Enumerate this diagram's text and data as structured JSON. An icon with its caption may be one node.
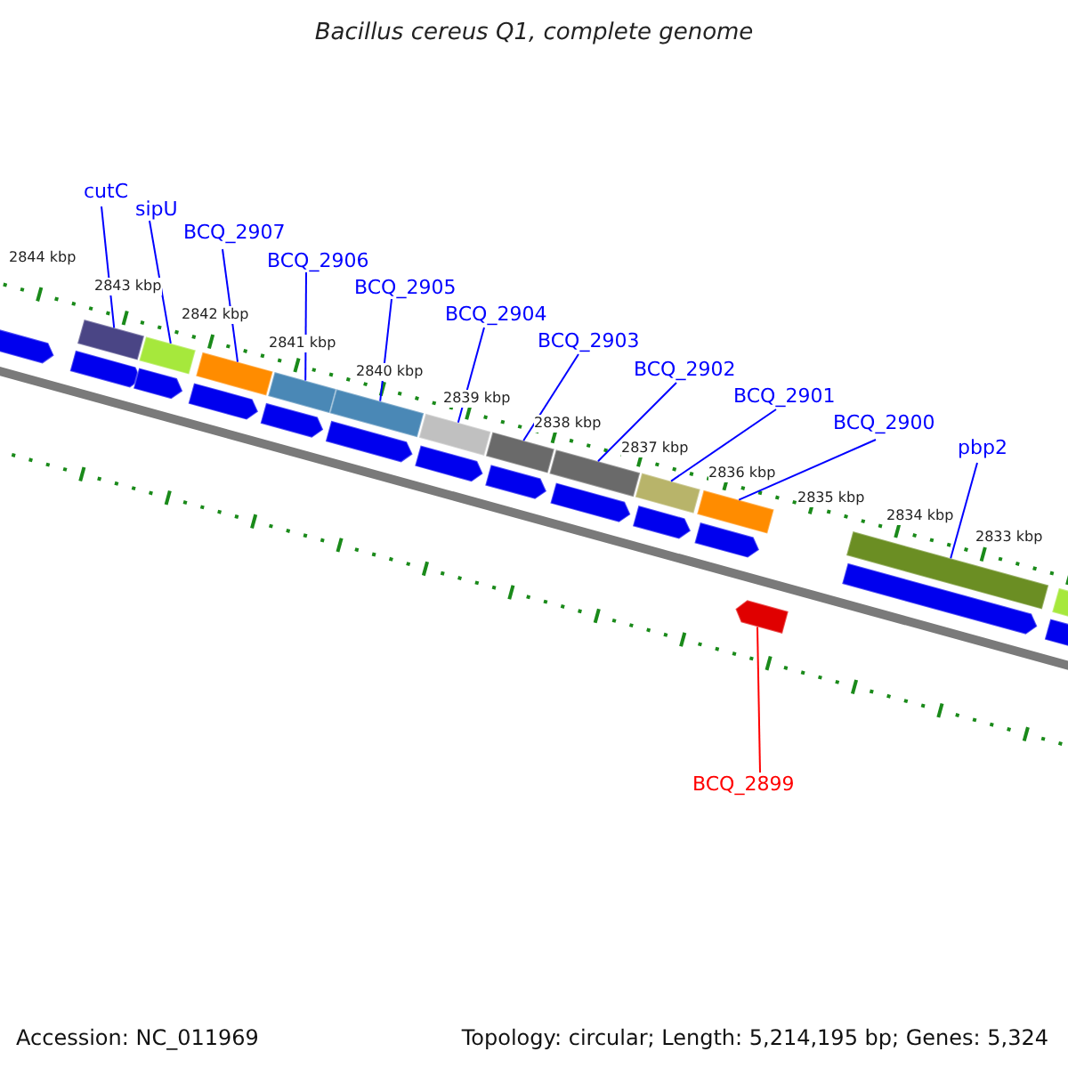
{
  "diagram": {
    "title": "Bacillus cereus Q1, complete genome",
    "nodes": [
      {
        "text": [
          "cutC"
        ]
      },
      {
        "text": [
          "sipU"
        ]
      },
      {
        "text": [
          "BCQ_2907"
        ]
      },
      {
        "text": [
          "BCQ_2906"
        ]
      },
      {
        "text": [
          "BCQ_2905"
        ]
      },
      {
        "text": [
          "BCQ_2904"
        ]
      },
      {
        "text": [
          "BCQ_2903"
        ]
      },
      {
        "text": [
          "BCQ_2902"
        ]
      },
      {
        "text": [
          "BCQ_2901"
        ]
      },
      {
        "text": [
          "BCQ_2900"
        ]
      },
      {
        "text": [
          "pbp2"
        ]
      },
      {
        "text": [
          "BCQ_2899"
        ]
      },
      {
        "text": [],
        "shape": "bar"
      },
      {
        "text": [],
        "shape": "bar"
      },
      {
        "text": [],
        "shape": "bar"
      },
      {
        "text": [],
        "shape": "bar"
      },
      {
        "text": [],
        "shape": "bar"
      },
      {
        "text": [],
        "shape": "bar"
      },
      {
        "text": [],
        "shape": "bar"
      },
      {
        "text": [],
        "shape": "bar"
      },
      {
        "text": [],
        "shape": "bar"
      },
      {
        "text": [],
        "shape": "bar"
      },
      {
        "text": [],
        "shape": "bar"
      },
      {
        "text": [],
        "shape": "bar"
      },
      {
        "text": [],
        "shape": "bar"
      },
      {
        "text": [],
        "shape": "bar"
      },
      {
        "text": [],
        "shape": "bar"
      },
      {
        "text": [],
        "shape": "bar"
      },
      {
        "text": [],
        "shape": "bar"
      },
      {
        "text": [],
        "shape": "bar"
      },
      {
        "text": [],
        "shape": "bar"
      },
      {
        "text": [],
        "shape": "bar"
      },
      {
        "text": [],
        "shape": "bar"
      },
      {
        "text": [],
        "shape": "bar"
      },
      {
        "text": [],
        "shape": "bar"
      },
      {
        "text": [],
        "shape": "bar"
      },
      {
        "text": [],
        "shape": "bar"
      },
      {
        "text": [],
        "shape": "bar"
      }
    ],
    "edges": [
      {
        "from": 0,
        "to": 12,
        "arrow": "none"
      },
      {
        "from": 1,
        "to": 13,
        "arrow": "none"
      },
      {
        "from": 2,
        "to": 14,
        "arrow": "none"
      },
      {
        "from": 3,
        "to": 15,
        "arrow": "none"
      },
      {
        "from": 4,
        "to": 16,
        "arrow": "none"
      },
      {
        "from": 5,
        "to": 17,
        "arrow": "none"
      },
      {
        "from": 6,
        "to": 18,
        "arrow": "none"
      },
      {
        "from": 7,
        "to": 19,
        "arrow": "none"
      },
      {
        "from": 8,
        "to": 20,
        "arrow": "none"
      },
      {
        "from": 9,
        "to": 21,
        "arrow": "none"
      },
      {
        "from": 10,
        "to": 22,
        "arrow": "none"
      },
      {
        "from": 11,
        "to": 23,
        "arrow": "none",
        "color": "#ff0000"
      }
    ],
    "labels": [
      "2844 kbp",
      "2843 kbp",
      "2842 kbp",
      "2841 kbp",
      "2840 kbp",
      "2839 kbp",
      "2838 kbp",
      "2837 kbp",
      "2836 kbp",
      "2835 kbp",
      "2834 kbp",
      "2833 kbp",
      "Accession: NC_011969",
      "Topology: circular; Length: 5,214,195 bp; Genes: 5,324"
    ]
  }
}
